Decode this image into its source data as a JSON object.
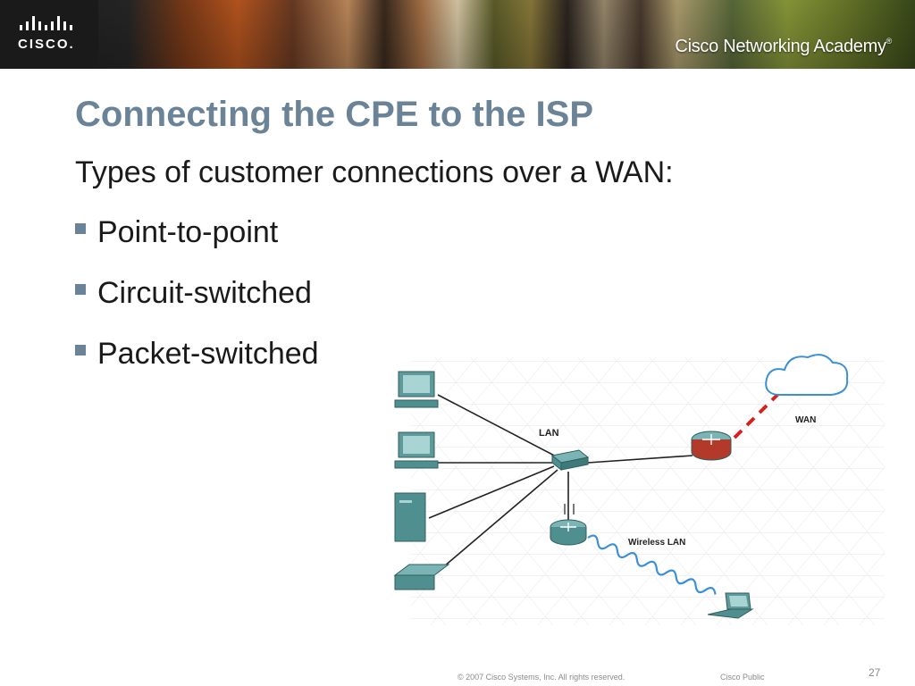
{
  "header": {
    "logo_text": "CISCO.",
    "academy_name": "Cisco Networking Academy",
    "academy_reg": "®"
  },
  "slide": {
    "title": "Connecting the CPE to the ISP",
    "subtitle": "Types of customer connections over a WAN:",
    "bullets": [
      {
        "label": "Point-to-point"
      },
      {
        "label": "Circuit-switched"
      },
      {
        "label": "Packet-switched"
      }
    ]
  },
  "diagram": {
    "lan_label": "LAN",
    "wan_label": "WAN",
    "wireless_label": "Wireless LAN"
  },
  "footer": {
    "copyright": "© 2007 Cisco Systems, Inc. All rights reserved.",
    "classification": "Cisco Public",
    "page_number": "27"
  },
  "colors": {
    "title": "#6b8396",
    "device": "#4f8f8f",
    "wan_link": "#d62020",
    "wireless": "#3a8fd6"
  }
}
